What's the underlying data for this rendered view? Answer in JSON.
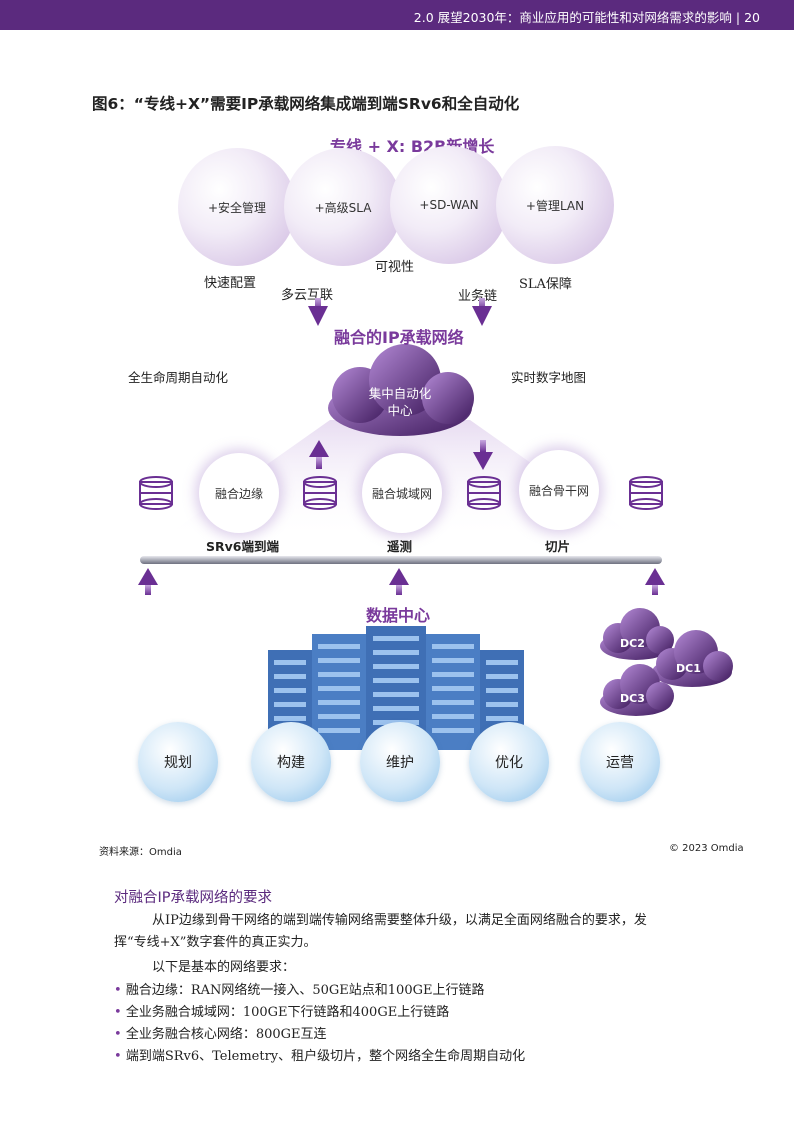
{
  "header": {
    "text": "2.0 展望2030年：商业应用的可能性和对网络需求的影响  |  20"
  },
  "figure": {
    "title": "图6：“专线+X”需要IP承载网络集成端到端SRv6和全自动化",
    "top_title": "专线 + X: B2B新增长",
    "bubbles": [
      "+安全管理",
      "+高级SLA",
      "+SD-WAN",
      "+管理LAN"
    ],
    "under_labels": {
      "fast": "快速配置",
      "multi": "多云互联",
      "visible": "可视性",
      "chain": "业务链",
      "sla": "SLA保障"
    },
    "network_title": "融合的IP承载网络",
    "left_label": "全生命周期自动化",
    "right_label": "实时数字地图",
    "cloud_label_1": "集中自动化",
    "cloud_label_2": "中心",
    "nodes": [
      "融合边缘",
      "融合城域网",
      "融合骨干网"
    ],
    "bar_labels": [
      "SRv6端到端",
      "遥测",
      "切片"
    ],
    "dc_title": "数据中心",
    "dc_clouds": [
      "DC2",
      "DC1",
      "DC3"
    ],
    "ops": [
      "规划",
      "构建",
      "维护",
      "优化",
      "运营"
    ],
    "source": "资料来源：Omdia",
    "copyright": "© 2023 Omdia"
  },
  "section": {
    "title": "对融合IP承载网络的要求",
    "para1": "从IP边缘到骨干网络的端到端传输网络需要整体升级，以满足全面网络融合的要求，发挥“专线+X”数字套件的真正实力。",
    "para2": "以下是基本的网络要求：",
    "bullets": [
      "融合边缘：RAN网络统一接入、50GE站点和100GE上行链路",
      "全业务融合城域网：100GE下行链路和400GE上行链路",
      "全业务融合核心网络：800GE互连",
      "端到端SRv6、Telemetry、租户级切片，整个网络全生命周期自动化"
    ]
  },
  "colors": {
    "brand": "#5b2a7e",
    "accent": "#7a3a9c",
    "server_blue": "#3f6fb5"
  }
}
